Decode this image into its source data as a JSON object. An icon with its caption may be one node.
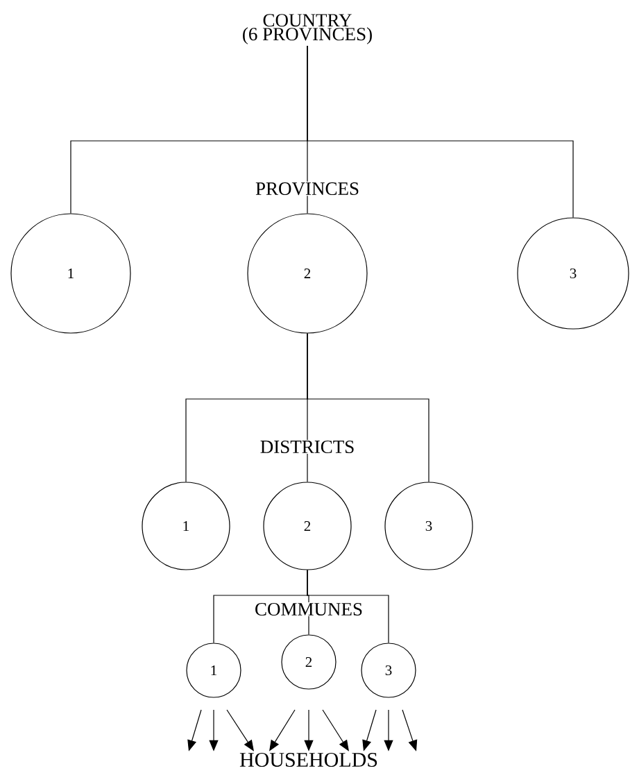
{
  "diagram": {
    "nodes": [
      {
        "text": [
          "COUNTRY",
          "(6 PROVINCES)"
        ]
      },
      {
        "text": [
          "1"
        ]
      },
      {
        "text": [
          "2"
        ]
      },
      {
        "text": [
          "3"
        ]
      },
      {
        "text": [
          "1"
        ]
      },
      {
        "text": [
          "2"
        ]
      },
      {
        "text": [
          "3"
        ]
      },
      {
        "text": [
          "1"
        ]
      },
      {
        "text": [
          "2"
        ]
      },
      {
        "text": [
          "3"
        ]
      },
      {
        "text": [
          "HOUSEHOLDS"
        ]
      }
    ],
    "edges": [
      {
        "from": 0,
        "to": 1,
        "arrow": "none"
      },
      {
        "from": 0,
        "to": 2,
        "arrow": "none"
      },
      {
        "from": 0,
        "to": 3,
        "arrow": "none"
      },
      {
        "from": 2,
        "to": 4,
        "arrow": "none"
      },
      {
        "from": 2,
        "to": 5,
        "arrow": "none"
      },
      {
        "from": 2,
        "to": 6,
        "arrow": "none"
      },
      {
        "from": 5,
        "to": 7,
        "arrow": "none"
      },
      {
        "from": 5,
        "to": 8,
        "arrow": "none"
      },
      {
        "from": 5,
        "to": 9,
        "arrow": "none"
      },
      {
        "from": 7,
        "to": 10,
        "arrow": "to"
      },
      {
        "from": 7,
        "to": 10,
        "arrow": "to"
      },
      {
        "from": 7,
        "to": 10,
        "arrow": "to"
      },
      {
        "from": 8,
        "to": 10,
        "arrow": "to"
      },
      {
        "from": 8,
        "to": 10,
        "arrow": "to"
      },
      {
        "from": 8,
        "to": 10,
        "arrow": "to"
      },
      {
        "from": 9,
        "to": 10,
        "arrow": "to"
      },
      {
        "from": 9,
        "to": 10,
        "arrow": "to"
      },
      {
        "from": 9,
        "to": 10,
        "arrow": "to"
      }
    ],
    "labels": [
      "PROVINCES",
      "DISTRICTS",
      "COMMUNES"
    ]
  }
}
